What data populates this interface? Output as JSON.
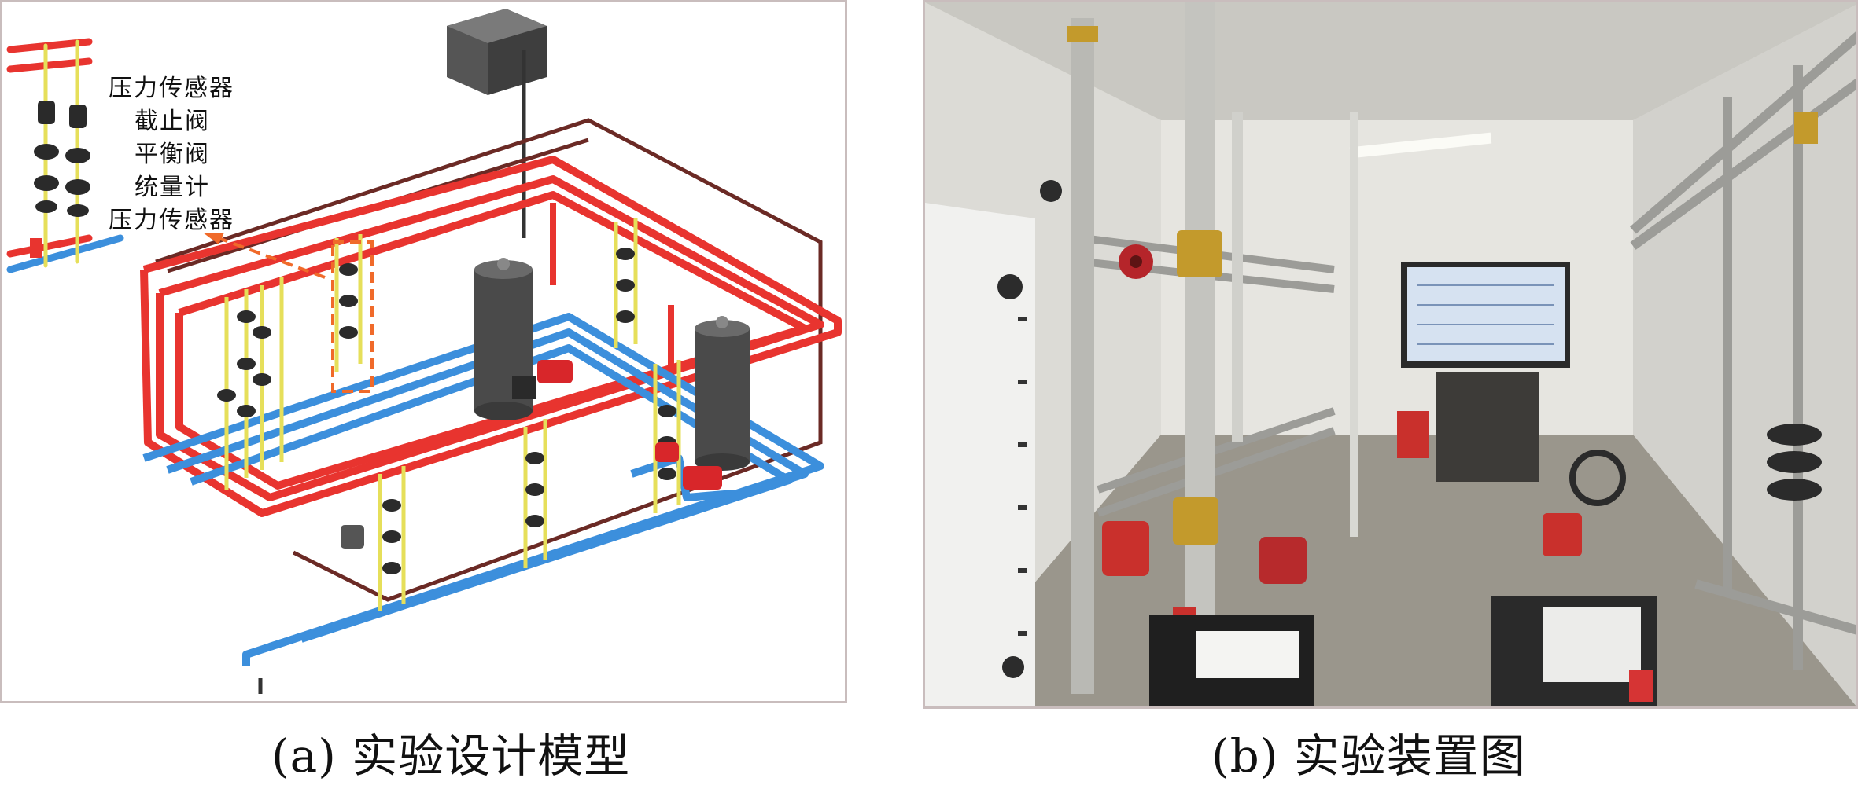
{
  "panel_a": {
    "labels": [
      "压力传感器",
      "截止阀",
      "平衡阀",
      "统量计",
      "压力传感器"
    ],
    "caption": "(a) 实验设计模型",
    "colors": {
      "supply_pipe": "#e8342f",
      "return_pipe": "#3c8fdc",
      "drain_pipe": "#5a2420",
      "tank": "#4a4a4a",
      "highlight": "#f06a2a"
    }
  },
  "panel_b": {
    "caption": "(b) 实验装置图"
  }
}
